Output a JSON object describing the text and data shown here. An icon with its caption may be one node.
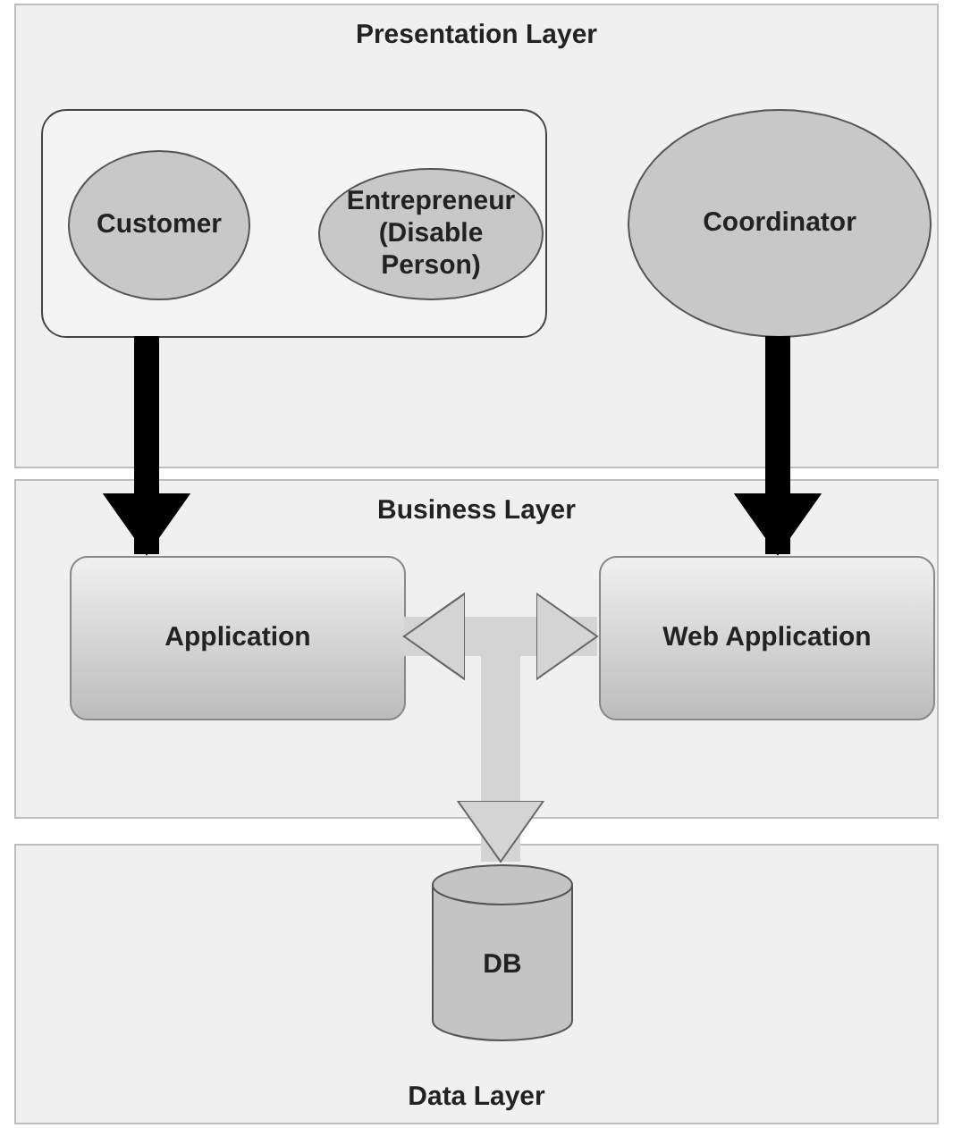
{
  "diagram": {
    "nodes": [
      {
        "text": [
          "Presentation Layer"
        ]
      },
      {
        "text": [],
        "shape": "box",
        "in": 0
      },
      {
        "text": [
          "Customer"
        ],
        "in": 1
      },
      {
        "text": [
          "Entrepreneur (Disable Person)"
        ],
        "in": 1
      },
      {
        "text": [
          "Coordinator"
        ],
        "in": 0
      },
      {
        "text": [
          "Business Layer"
        ]
      },
      {
        "text": [
          "Application"
        ],
        "in": 5
      },
      {
        "text": [
          "Web Application"
        ],
        "in": 5
      },
      {
        "text": [
          "Data Layer"
        ]
      },
      {
        "text": [
          "DB"
        ],
        "in": 8
      }
    ],
    "edges": [
      {
        "from": 1,
        "to": 6,
        "arrow": "to"
      },
      {
        "from": 4,
        "to": 7,
        "arrow": "to"
      },
      {
        "from": 6,
        "to": 7,
        "arrow": "both",
        "color": "#d4d4d4"
      },
      {
        "from": 6,
        "to": 9,
        "arrow": "both",
        "color": "#d4d4d4"
      }
    ]
  }
}
